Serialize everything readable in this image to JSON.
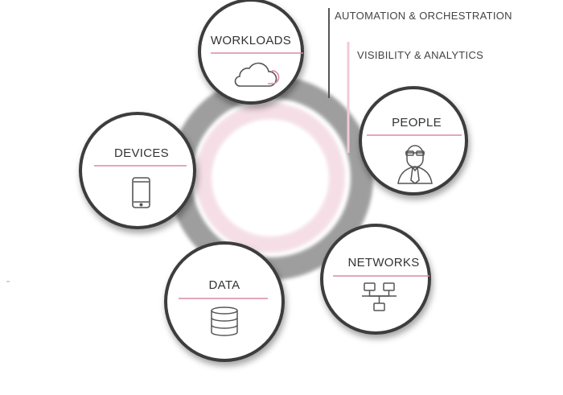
{
  "legend": {
    "outer_ring_label": "AUTOMATION & ORCHESTRATION",
    "inner_ring_label": "VISIBILITY & ANALYTICS"
  },
  "nodes": {
    "workloads": {
      "label": "WORKLOADS",
      "icon": "cloud-icon"
    },
    "people": {
      "label": "PEOPLE",
      "icon": "person-icon"
    },
    "devices": {
      "label": "DEVICES",
      "icon": "mobile-device-icon"
    },
    "networks": {
      "label": "NETWORKS",
      "icon": "network-topology-icon"
    },
    "data": {
      "label": "DATA",
      "icon": "database-icon"
    }
  },
  "colors": {
    "outer_ring": "#8e8e8e",
    "inner_ring": "#f4dbe4",
    "node_border": "#3c3c3c",
    "accent_line": "#d98aa8",
    "icon_stroke": "#555555"
  }
}
